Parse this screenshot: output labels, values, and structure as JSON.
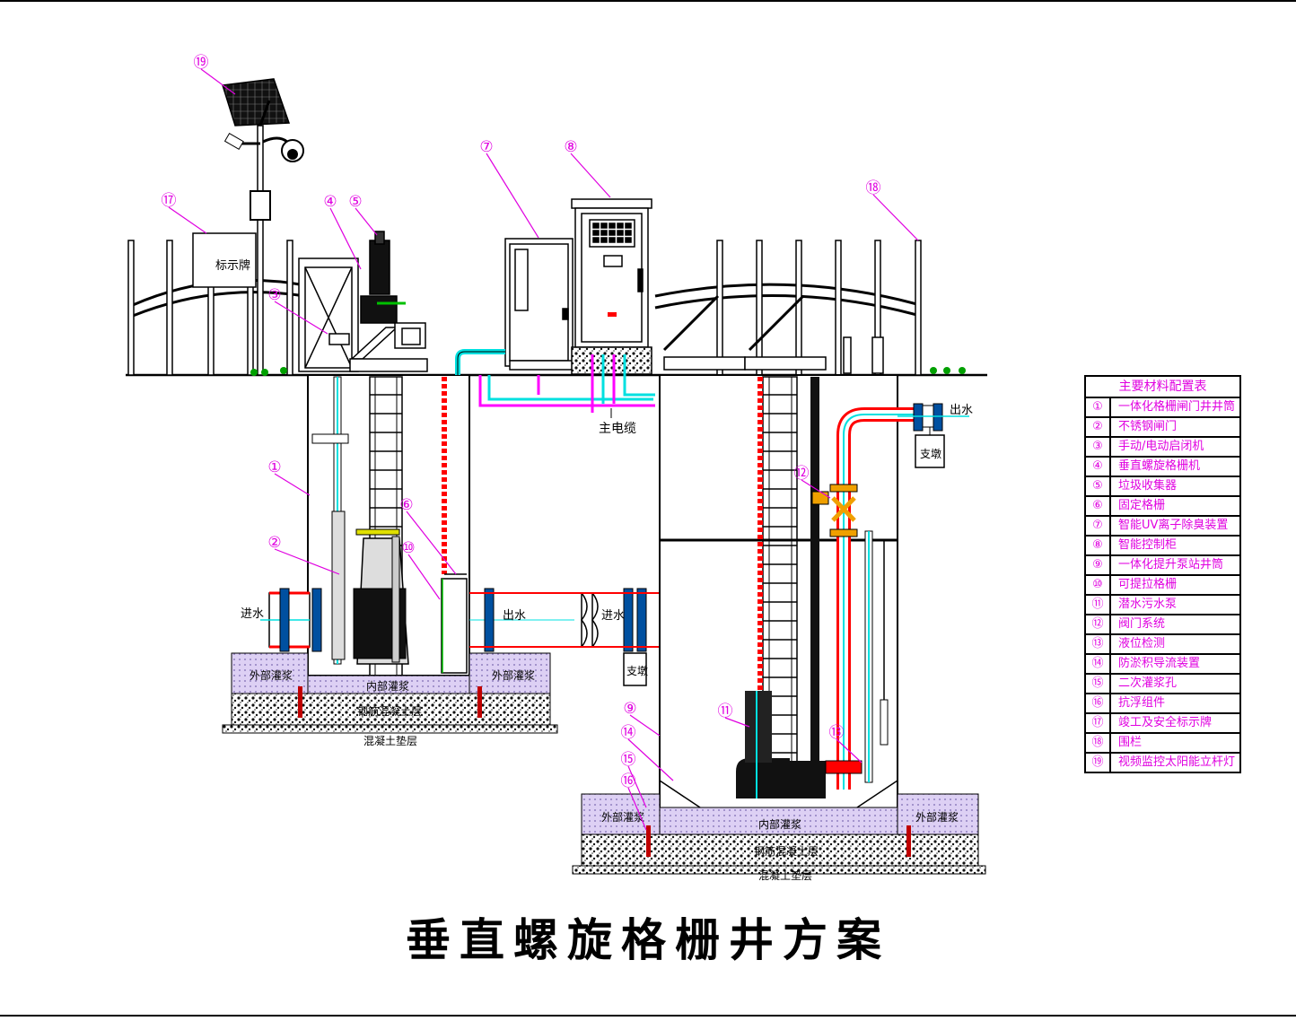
{
  "title": "垂直螺旋格栅井方案",
  "legend": {
    "header": "主要材料配置表",
    "items": [
      {
        "num": "①",
        "name": "一体化格栅闸门井井筒"
      },
      {
        "num": "②",
        "name": "不锈钢闸门"
      },
      {
        "num": "③",
        "name": "手动/电动启闭机"
      },
      {
        "num": "④",
        "name": "垂直螺旋格栅机"
      },
      {
        "num": "⑤",
        "name": "垃圾收集器"
      },
      {
        "num": "⑥",
        "name": "固定格栅"
      },
      {
        "num": "⑦",
        "name": "智能UV离子除臭装置"
      },
      {
        "num": "⑧",
        "name": "智能控制柜"
      },
      {
        "num": "⑨",
        "name": "一体化提升泵站井筒"
      },
      {
        "num": "⑩",
        "name": "可提拉格栅"
      },
      {
        "num": "⑪",
        "name": "潜水污水泵"
      },
      {
        "num": "⑫",
        "name": "阀门系统"
      },
      {
        "num": "⑬",
        "name": "液位检测"
      },
      {
        "num": "⑭",
        "name": "防淤积导流装置"
      },
      {
        "num": "⑮",
        "name": "二次灌浆孔"
      },
      {
        "num": "⑯",
        "name": "抗浮组件"
      },
      {
        "num": "⑰",
        "name": "竣工及安全标示牌"
      },
      {
        "num": "⑱",
        "name": "围栏"
      },
      {
        "num": "⑲",
        "name": "视频监控太阳能立杆灯"
      }
    ]
  },
  "labels": {
    "sign_board": "标示牌",
    "main_cable": "主电缆",
    "inlet_left": "进水",
    "outlet_mid": "出水",
    "inlet_right": "进水",
    "outlet_right": "出水",
    "well_left": "支墩",
    "well_right": "支墩",
    "outer_grout_1": "外部灌浆",
    "outer_grout_2": "外部灌浆",
    "outer_grout_3": "外部灌浆",
    "outer_grout_4": "外部灌浆",
    "inner_grout_1": "内部灌浆",
    "inner_grout_2": "内部灌浆",
    "base_1": "钢筋混凝土层",
    "base_2": "钢筋混凝土层",
    "cushion_1": "混凝土垫层",
    "cushion_2": "混凝土垫层"
  },
  "callouts": [
    "①",
    "②",
    "③",
    "④",
    "⑤",
    "⑥",
    "⑦",
    "⑧",
    "⑨",
    "⑩",
    "⑪",
    "⑫",
    "⑬",
    "⑭",
    "⑮",
    "⑯",
    "⑰",
    "⑱",
    "⑲"
  ],
  "colors": {
    "callout": "#e000e0",
    "pipe_red": "#ff0000",
    "pipe_cyan": "#00e0e0",
    "grout": "#d8c8f0",
    "legend_text": "#e000e0"
  }
}
